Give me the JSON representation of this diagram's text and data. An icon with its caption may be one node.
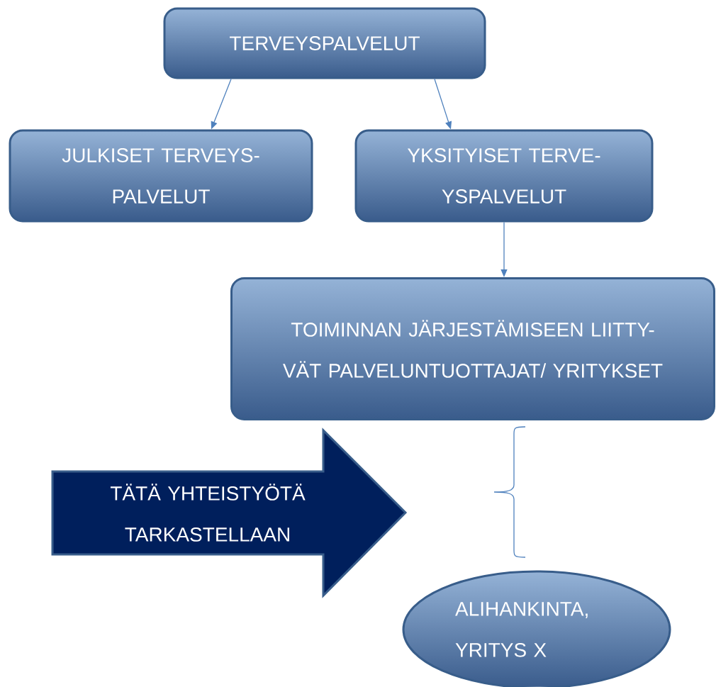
{
  "diagram": {
    "nodes": [
      {
        "text": [
          "TERVEYSPALVELUT"
        ]
      },
      {
        "text": [
          "JULKISET TERVEYS- PALVELUT"
        ]
      },
      {
        "text": [
          "YKSITYISET TERVE- YSPALVELUT"
        ]
      },
      {
        "text": [
          "TOIMINNAN JÄRJESTÄMISEEN LIITTY- VÄT PALVELUNTUOTTAJAT/ YRITYKSET"
        ]
      },
      {
        "text": [
          "TÄTÄ YHTEISTYÖTÄ TARKASTELLAAN"
        ]
      },
      {
        "text": [
          "ALIHANKINTA, YRITYS X"
        ]
      }
    ],
    "edges": [
      {
        "from": 0,
        "to": 1,
        "arrow": "to"
      },
      {
        "from": 0,
        "to": 2,
        "arrow": "to"
      },
      {
        "from": 2,
        "to": 3,
        "arrow": "to"
      }
    ]
  }
}
